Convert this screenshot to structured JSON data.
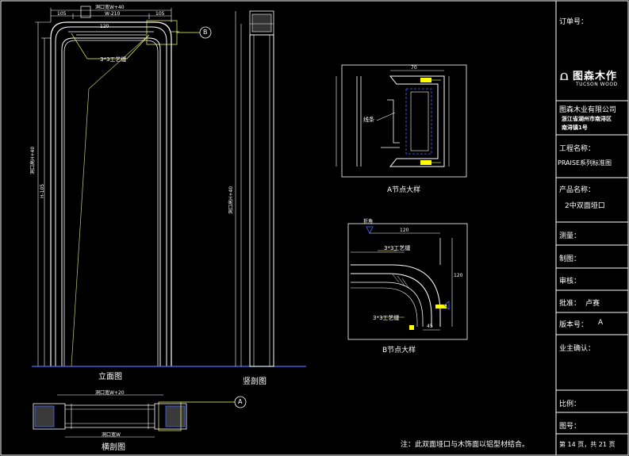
{
  "drawing": {
    "views": {
      "elevation": "立面图",
      "vertical_section": "竖剖图",
      "horizontal_section": "横剖图",
      "detail_a": "A节点大样",
      "detail_b": "B节点大样"
    },
    "callouts": {
      "a": "A",
      "b": "B"
    },
    "annotations": {
      "groove_top": "3*3工艺缝",
      "groove_b_top": "3*3工艺缝",
      "groove_b_bottom": "3*3工艺缝",
      "line_label": "线条",
      "fold_label": "折角"
    },
    "dimensions": {
      "top_opening": "洞口宽W+40",
      "top_width": "W-210",
      "top_left": "105",
      "top_right": "105",
      "top_small": "120",
      "elev_height_outer": "洞口高H+40",
      "elev_height_inner": "H-105",
      "vs_height": "洞口高H+40",
      "hs_top": "洞口宽W+20",
      "hs_bottom": "洞口宽W",
      "a_top": "70",
      "b_top": "120",
      "b_side": "120",
      "b_bottom": "45"
    },
    "note": "注：此双面垭口与木饰面以铝型材结合。"
  },
  "title_block": {
    "order_no": "订单号：",
    "logo_cn": "图森木作",
    "logo_en": "TUCSON WOOD",
    "company": "图森木业有限公司",
    "address_1": "浙江省湖州市南浔区",
    "address_2": "南浔镇1号",
    "project_label": "工程名称：",
    "project_value": "PRAISE系列标准图",
    "product_label": "产品名称：",
    "product_value": "2中双面垭口",
    "measure": "测量：",
    "draw": "制图：",
    "review": "审核：",
    "approve_label": "批准：",
    "approve_value": "卢赛",
    "version_label": "版本号：",
    "version_value": "A",
    "owner": "业主确认：",
    "scale": "比例：",
    "drawing_no": "图号：",
    "page": "第 14 页，共 21 页"
  }
}
